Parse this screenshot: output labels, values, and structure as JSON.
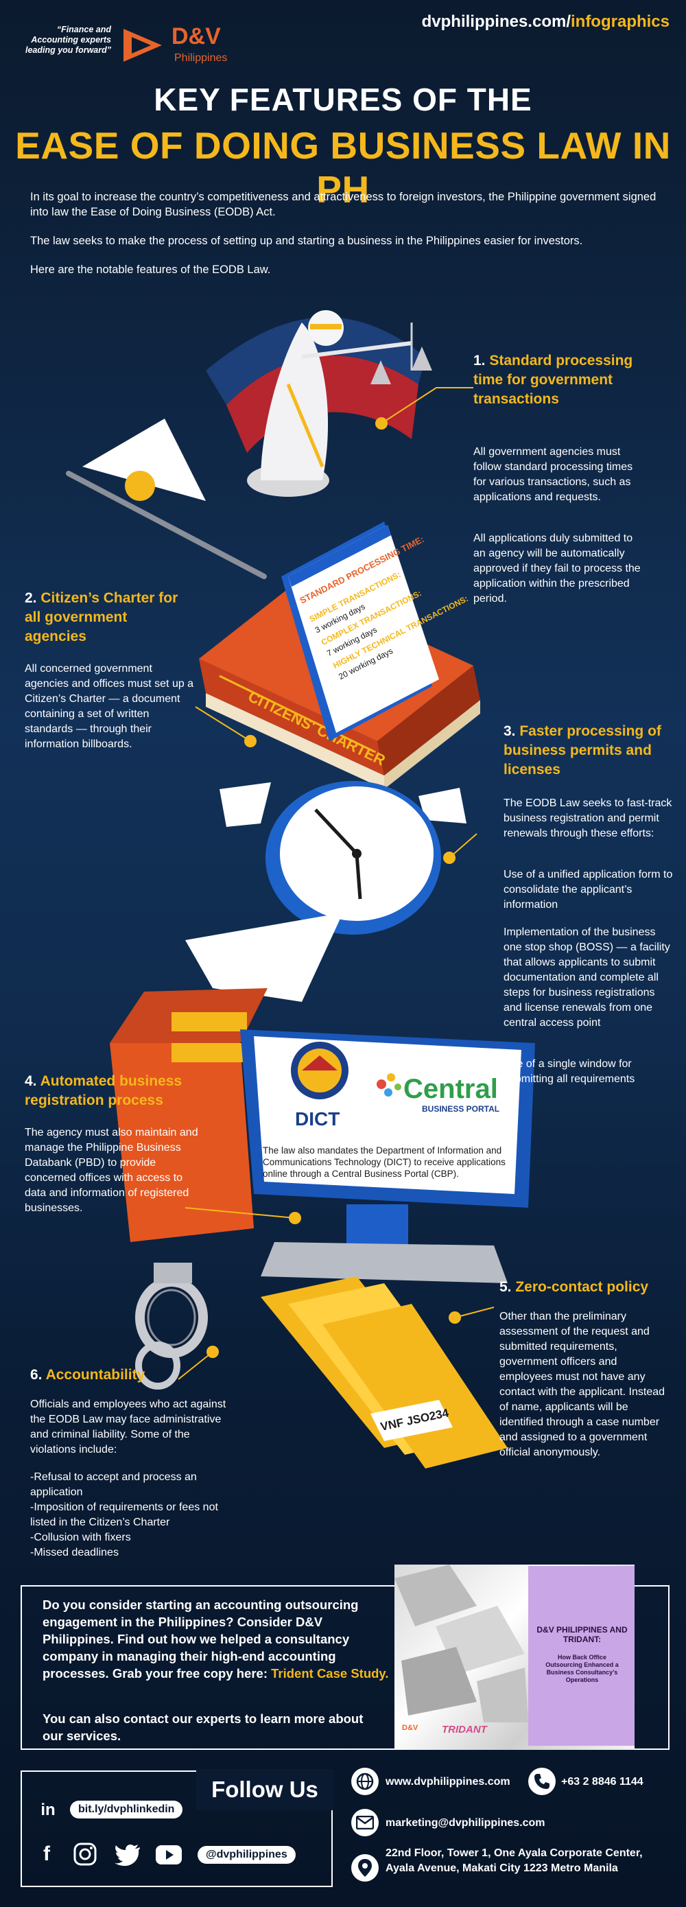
{
  "header": {
    "tagline": "“Finance and Accounting experts leading you forward”",
    "brand_name": "D&V",
    "brand_sub": "Philippines",
    "site_main": "dvphilippines.com/",
    "site_highlight": "infographics",
    "title_line1": "KEY FEATURES OF THE",
    "title_line2": "EASE OF DOING BUSINESS LAW IN PH"
  },
  "intro": {
    "p1": "In its goal to increase the country’s competitiveness and attractiveness to foreign investors, the Philippine government signed into law the Ease of Doing Business (EODB) Act.",
    "p2": "The law seeks to make the process of setting up and starting a business in the Philippines easier for investors.",
    "p3": "Here are the notable features of the EODB Law."
  },
  "features": {
    "f1": {
      "num": "1.",
      "title": "Standard processing time for government transactions",
      "body1": "All government agencies must follow standard processing times for various transactions, such as applications and requests.",
      "body2": "All applications duly submitted to an agency will be automatically approved if they fail to process the application within the prescribed period."
    },
    "f2": {
      "num": "2.",
      "title": "Citizen’s Charter for all government agencies",
      "body": "All concerned government agencies and offices must set up a Citizen’s Charter — a document containing a set of written standards — through their information billboards."
    },
    "f3": {
      "num": "3.",
      "title": "Faster processing of business permits and licenses",
      "body1": "The EODB Law seeks to fast-track business registration and permit renewals through these efforts:",
      "body2": "Use of a unified application form to consolidate the applicant’s information",
      "body3": "Implementation of the business one stop shop (BOSS) — a facility that allows applicants to submit documentation and complete all steps for business registrations and license renewals from one central access point",
      "body4": "Use of a single window for submitting all requirements"
    },
    "f4": {
      "num": "4.",
      "title": "Automated business registration process",
      "body": "The agency must also maintain and manage the Philippine Business Databank (PBD) to provide concerned offices with access to data and information of registered businesses."
    },
    "f5": {
      "num": "5.",
      "title": "Zero-contact policy",
      "body": "Other than the preliminary assessment of the request and submitted requirements, government officers and employees must not have any contact with the applicant. Instead of name, applicants will be identified through a case number and assigned to a government official anonymously."
    },
    "f6": {
      "num": "6.",
      "title": "Accountability",
      "body": "Officials and employees who act against the EODB Law may face administrative and criminal liability. Some of the violations include:",
      "list": [
        "-Refusal to accept and process an application",
        "-Imposition of requirements or fees not listed in the Citizen’s Charter",
        "-Collusion with fixers",
        "-Missed deadlines"
      ]
    }
  },
  "calendar": {
    "heading": "STANDARD PROCESSING TIME:",
    "line1": "SIMPLE TRANSACTIONS:",
    "line2": "3 working days",
    "line3": "COMPLEX TRANSACTIONS:",
    "line4": "7 working days",
    "line5": "HIGHLY TECHNICAL TRANSACTIONS:",
    "line6": "20 working days"
  },
  "book": {
    "spine": "CITIZENS' CHARTER"
  },
  "monitor": {
    "dict_label": "DICT",
    "portal_name": "Central",
    "portal_sub": "BUSINESS PORTAL",
    "note": "The law also mandates the Department of Information and Communications Technology (DICT) to receive applications online through a Central Business Portal (CBP)."
  },
  "folder": {
    "case_number": "VNF JSO234"
  },
  "cta": {
    "text": "Do you consider starting an accounting outsourcing engagement in the Philippines? Consider D&V Philippines. Find out how we helped a consultancy company in managing their high-end accounting processes. Grab your free copy here:",
    "link": "Trident Case Study.",
    "text2": "You can also contact our experts to learn more about our services.",
    "cover_title": "D&V PHILIPPINES AND TRIDANT:",
    "cover_sub": "How Back Office Outsourcing Enhanced a Business Consultancy’s Operations",
    "cover_dv": "D&V",
    "cover_tri": "TRIDANT"
  },
  "follow": {
    "title": "Follow Us",
    "linkedin": "bit.ly/dvphlinkedin",
    "handle": "@dvphilippines"
  },
  "contact": {
    "website": "www.dvphilippines.com",
    "phone": "+63 2 8846 1144",
    "email": "marketing@dvphilippines.com",
    "address": "22nd Floor, Tower 1, One Ayala Corporate Center, Ayala Avenue, Makati City 1223 Metro Manila"
  },
  "colors": {
    "accent": "#f5b81c",
    "brand_orange": "#e8642a",
    "background": "#0e2440"
  }
}
